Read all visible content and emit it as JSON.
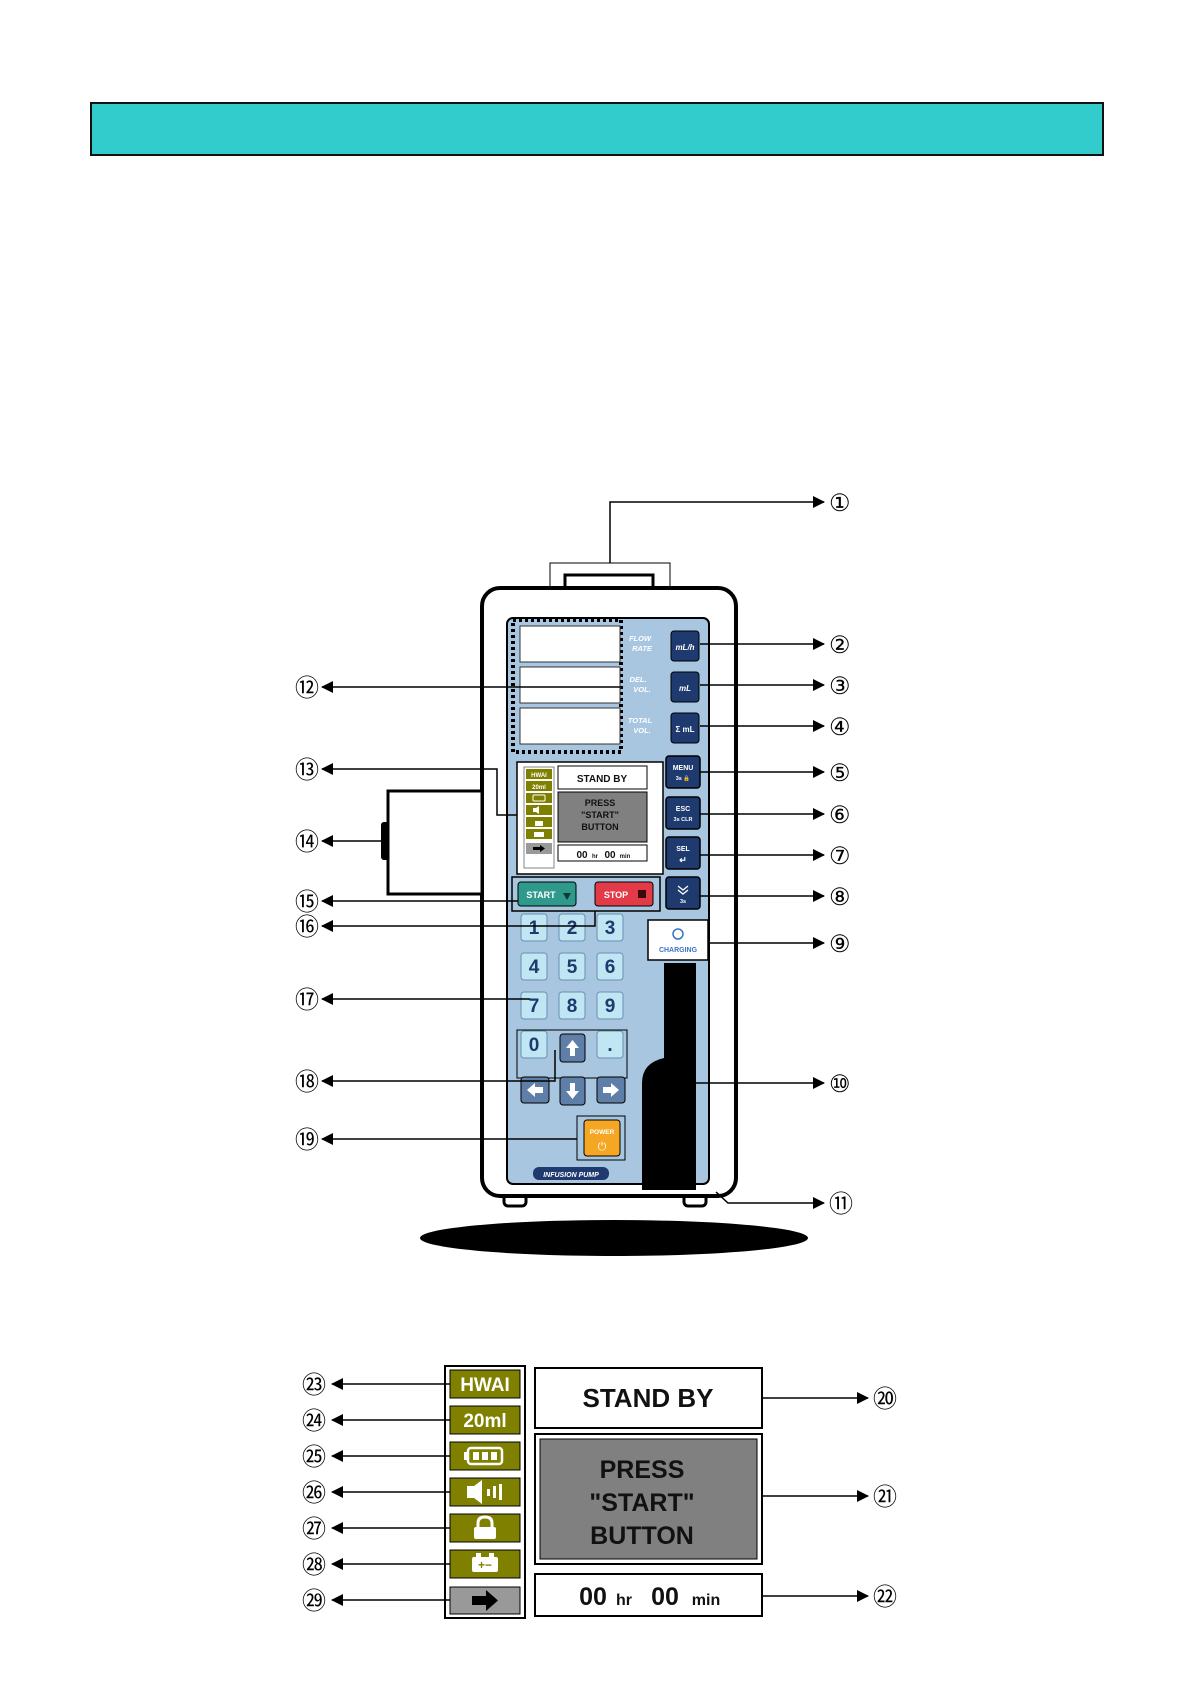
{
  "callouts": {
    "c1": "①",
    "c2": "②",
    "c3": "③",
    "c4": "④",
    "c5": "⑤",
    "c6": "⑥",
    "c7": "⑦",
    "c8": "⑧",
    "c9": "⑨",
    "c10": "⑩",
    "c11": "⑪",
    "c12": "⑫",
    "c13": "⑬",
    "c14": "⑭",
    "c15": "⑮",
    "c16": "⑯",
    "c17": "⑰",
    "c18": "⑱",
    "c19": "⑲",
    "c20": "⑳",
    "c21": "㉑",
    "c22": "㉒",
    "c23": "㉓",
    "c24": "㉔",
    "c25": "㉕",
    "c26": "㉖",
    "c27": "㉗",
    "c28": "㉘",
    "c29": "㉙"
  },
  "pump": {
    "flow_rate_label_1": "FLOW",
    "flow_rate_label_2": "RATE",
    "flow_unit": "mL/h",
    "del_vol_label_1": "DEL.",
    "del_vol_label_2": "VOL.",
    "del_unit": "mL",
    "total_vol_label_1": "TOTAL",
    "total_vol_label_2": "VOL.",
    "total_unit": "Σ mL",
    "menu_label": "MENU",
    "menu_sub": "3s 🔒",
    "esc_label": "ESC",
    "esc_sub": "3s CLR",
    "sel_label": "SEL",
    "sel_sub": "↵",
    "bolus_sub": "3s",
    "start_label": "START",
    "stop_label": "STOP",
    "charging_label": "CHARGING",
    "power_label": "POWER",
    "brand_label": "INFUSION PUMP",
    "keys": [
      "1",
      "2",
      "3",
      "4",
      "5",
      "6",
      "7",
      "8",
      "9",
      "0",
      "."
    ]
  },
  "display": {
    "model": "HWAI",
    "syringe": "20ml",
    "status": "STAND BY",
    "message_line1": "PRESS",
    "message_line2": "\"START\"",
    "message_line3": "BUTTON",
    "hours": "00",
    "hr_unit": "hr",
    "minutes": "00",
    "min_unit": "min"
  },
  "colors": {
    "header": "#33cccc",
    "panel": "#a8c6e0",
    "key": "#bfe6f2",
    "olive": "#808000",
    "start": "#2f9a8c",
    "stop": "#e23a46",
    "power": "#f5a623",
    "message_bg": "#808080"
  }
}
